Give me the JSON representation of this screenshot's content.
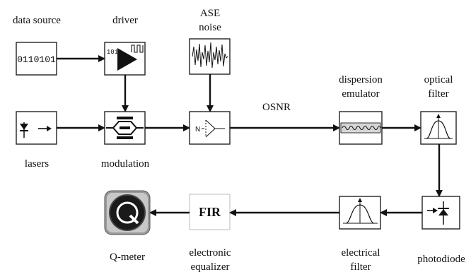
{
  "blocks": {
    "data_source": {
      "label": "data source",
      "icon_text": "0110101",
      "icon": "binary-data-icon"
    },
    "driver": {
      "label": "driver",
      "icon_text": "101",
      "icon": "driver-amplifier-icon"
    },
    "ase_noise": {
      "label_line1": "ASE",
      "label_line2": "noise",
      "icon": "noise-waveform-icon"
    },
    "lasers": {
      "label": "lasers",
      "icon": "laser-diode-icon"
    },
    "modulation": {
      "label": "modulation",
      "icon": "modulator-icon"
    },
    "noise_adder": {
      "label": "",
      "icon_text": "N",
      "icon": "noise-adder-icon"
    },
    "dispersion_emulator": {
      "label_line1": "dispersion",
      "label_line2": "emulator",
      "icon": "fiber-coil-icon"
    },
    "optical_filter": {
      "label_line1": "optical",
      "label_line2": "filter",
      "icon": "bandpass-filter-icon"
    },
    "photodiode": {
      "label": "photodiode",
      "icon": "photodiode-icon"
    },
    "electrical_filter": {
      "label_line1": "electrical",
      "label_line2": "filter",
      "icon": "bandpass-filter-icon"
    },
    "equalizer": {
      "label_line1": "electronic",
      "label_line2": "equalizer",
      "icon_text": "FIR"
    },
    "q_meter": {
      "label": "Q-meter",
      "icon_text": "Q",
      "icon": "q-meter-icon"
    }
  },
  "link_labels": {
    "osnr": "OSNR"
  },
  "colors": {
    "ink": "#111111",
    "box_border": "#222222",
    "q_meter_face": "#1a1a1a",
    "q_meter_bezel": "#9a9a9a"
  }
}
